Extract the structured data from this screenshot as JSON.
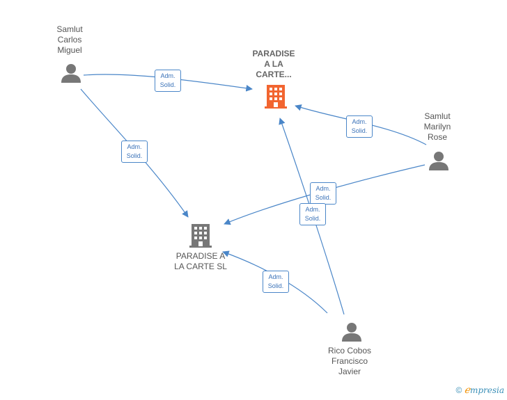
{
  "nodes": {
    "samlut_carlos": {
      "label": "Samlut\nCarlos\nMiguel"
    },
    "paradise_main": {
      "label": "PARADISE\nA LA\nCARTE..."
    },
    "samlut_marilyn": {
      "label": "Samlut\nMarilyn\nRose"
    },
    "paradise_sl": {
      "label": "PARADISE A\nLA CARTE  SL"
    },
    "rico_cobos": {
      "label": "Rico Cobos\nFrancisco\nJavier"
    }
  },
  "edge_label": {
    "line1": "Adm.",
    "line2": "Solid."
  },
  "colors": {
    "edge": "#4a86c8",
    "main_company": "#f26530",
    "gray_icon": "#777777"
  },
  "icons": {
    "person": "person-icon",
    "company": "building-icon"
  },
  "footer": {
    "copyright": "©",
    "brand_initial": "ℯ",
    "brand_rest": "mpresia"
  }
}
